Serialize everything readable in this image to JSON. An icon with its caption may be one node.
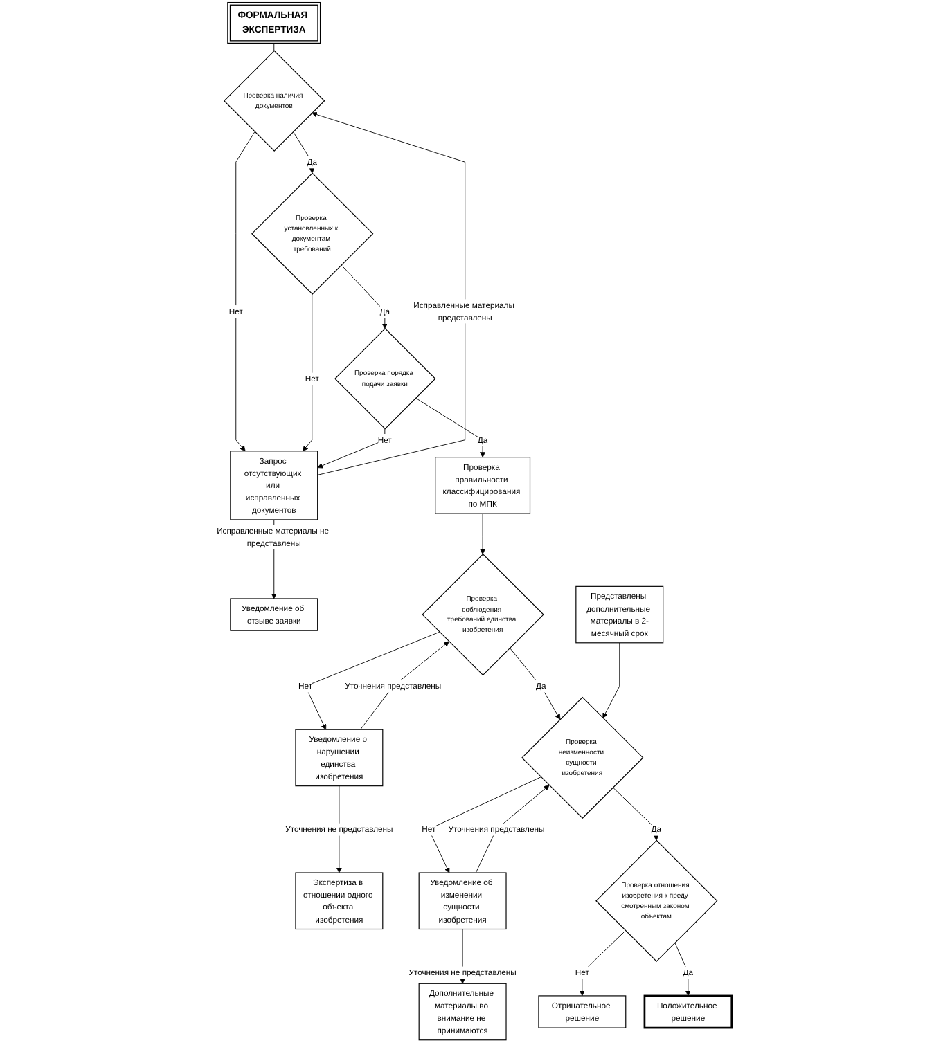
{
  "diagram": {
    "nodes": [
      {
        "text": [
          "ФОРМАЛЬНАЯ ЭКСПЕРТИЗА"
        ]
      },
      {
        "text": [
          "Проверка наличия документов"
        ]
      },
      {
        "text": [
          "Проверка установленных к документам требований"
        ]
      },
      {
        "text": [
          "Запрос отсутствующих или исправленных документов"
        ]
      },
      {
        "text": [
          "Экспертиза в отношении одного объекта изобретения"
        ]
      },
      {
        "text": [
          "Проверка порядка подачи заявки"
        ]
      },
      {
        "text": [
          "Уведомление об отзыве заявки"
        ]
      },
      {
        "text": [
          "Проверка правильности классифицирования по МПК"
        ]
      },
      {
        "text": [
          "Уведомление о нарушении единства изобретения"
        ]
      },
      {
        "text": [
          "Проверка соблюдения требований единства изобретения"
        ]
      },
      {
        "text": [
          "Представлены дополнительные материалы в 2-месячный срок"
        ]
      },
      {
        "text": [
          "Проверка неизменности сущности изобретения"
        ]
      },
      {
        "text": [
          "Уведомление об изменении сущности изобретения"
        ]
      },
      {
        "text": [
          "Проверка отношения изобретения к преду-смотренным законом объектам"
        ]
      },
      {
        "text": [
          "Дополнительные материалы во внимание не принимаются"
        ]
      },
      {
        "text": [
          "Отрицательное решение"
        ]
      },
      {
        "text": [
          "Положительное решение"
        ]
      }
    ],
    "edges": [
      {
        "from": 0,
        "to": 1,
        "arrow": "none"
      },
      {
        "from": 1,
        "to": 2,
        "arrow": "to",
        "label": "Да"
      },
      {
        "from": 1,
        "to": 3,
        "arrow": "to",
        "label": "Нет"
      },
      {
        "from": 2,
        "to": 3,
        "arrow": "to",
        "label": "Нет"
      },
      {
        "from": 2,
        "to": 5,
        "arrow": "to",
        "label": "Да"
      },
      {
        "from": 5,
        "to": 3,
        "arrow": "to",
        "label": "Нет"
      },
      {
        "from": 3,
        "to": 1,
        "arrow": "to",
        "label": "Исправленные материалы представлены"
      },
      {
        "from": 3,
        "to": 6,
        "arrow": "to",
        "label": "Исправленные материалы не представлены"
      },
      {
        "from": 5,
        "to": 7,
        "arrow": "to",
        "label": "Да"
      },
      {
        "from": 7,
        "to": 9,
        "arrow": "to"
      },
      {
        "from": 9,
        "to": 8,
        "arrow": "to",
        "label": "Нет"
      },
      {
        "from": 8,
        "to": 9,
        "arrow": "to",
        "label": "Уточнения представлены"
      },
      {
        "from": 8,
        "to": 4,
        "arrow": "to",
        "label": "Уточнения не представлены"
      },
      {
        "from": 9,
        "to": 11,
        "arrow": "to",
        "label": "Да"
      },
      {
        "from": 10,
        "to": 11,
        "arrow": "to"
      },
      {
        "from": 11,
        "to": 12,
        "arrow": "to",
        "label": "Нет"
      },
      {
        "from": 12,
        "to": 11,
        "arrow": "to",
        "label": "Уточнения представлены"
      },
      {
        "from": 12,
        "to": 14,
        "arrow": "to",
        "label": "Уточнения не представлены"
      },
      {
        "from": 11,
        "to": 13,
        "arrow": "to",
        "label": "Да"
      },
      {
        "from": 13,
        "to": 15,
        "arrow": "to",
        "label": "Нет"
      },
      {
        "from": 13,
        "to": 16,
        "arrow": "to",
        "label": "Да"
      }
    ]
  }
}
